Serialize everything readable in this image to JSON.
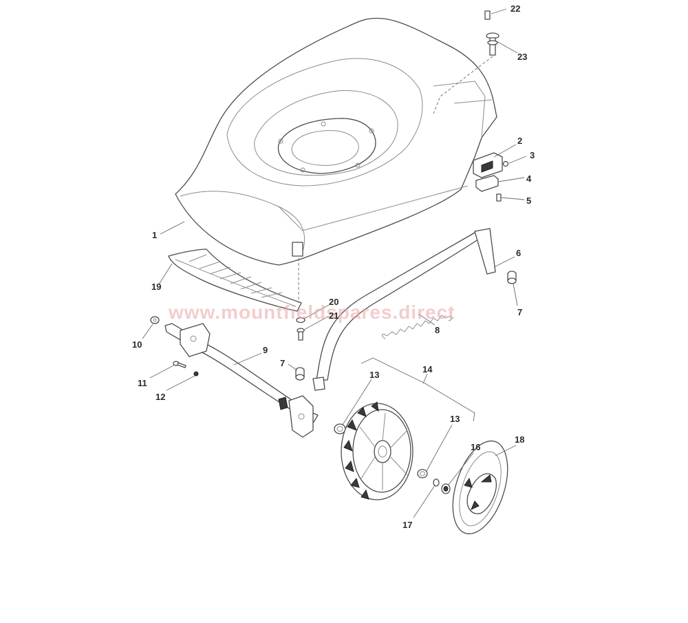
{
  "watermark": "www.mountfieldspares.direct",
  "callouts": [
    {
      "id": "c1",
      "label": "1"
    },
    {
      "id": "c2",
      "label": "2"
    },
    {
      "id": "c3",
      "label": "3"
    },
    {
      "id": "c4",
      "label": "4"
    },
    {
      "id": "c5",
      "label": "5"
    },
    {
      "id": "c6",
      "label": "6"
    },
    {
      "id": "c7a",
      "label": "7"
    },
    {
      "id": "c7b",
      "label": "7"
    },
    {
      "id": "c8",
      "label": "8"
    },
    {
      "id": "c9",
      "label": "9"
    },
    {
      "id": "c10",
      "label": "10"
    },
    {
      "id": "c11",
      "label": "11"
    },
    {
      "id": "c12",
      "label": "12"
    },
    {
      "id": "c13a",
      "label": "13"
    },
    {
      "id": "c13b",
      "label": "13"
    },
    {
      "id": "c14",
      "label": "14"
    },
    {
      "id": "c16",
      "label": "16"
    },
    {
      "id": "c17",
      "label": "17"
    },
    {
      "id": "c18",
      "label": "18"
    },
    {
      "id": "c19",
      "label": "19"
    },
    {
      "id": "c20",
      "label": "20"
    },
    {
      "id": "c21",
      "label": "21"
    },
    {
      "id": "c22",
      "label": "22"
    },
    {
      "id": "c23",
      "label": "23"
    }
  ]
}
